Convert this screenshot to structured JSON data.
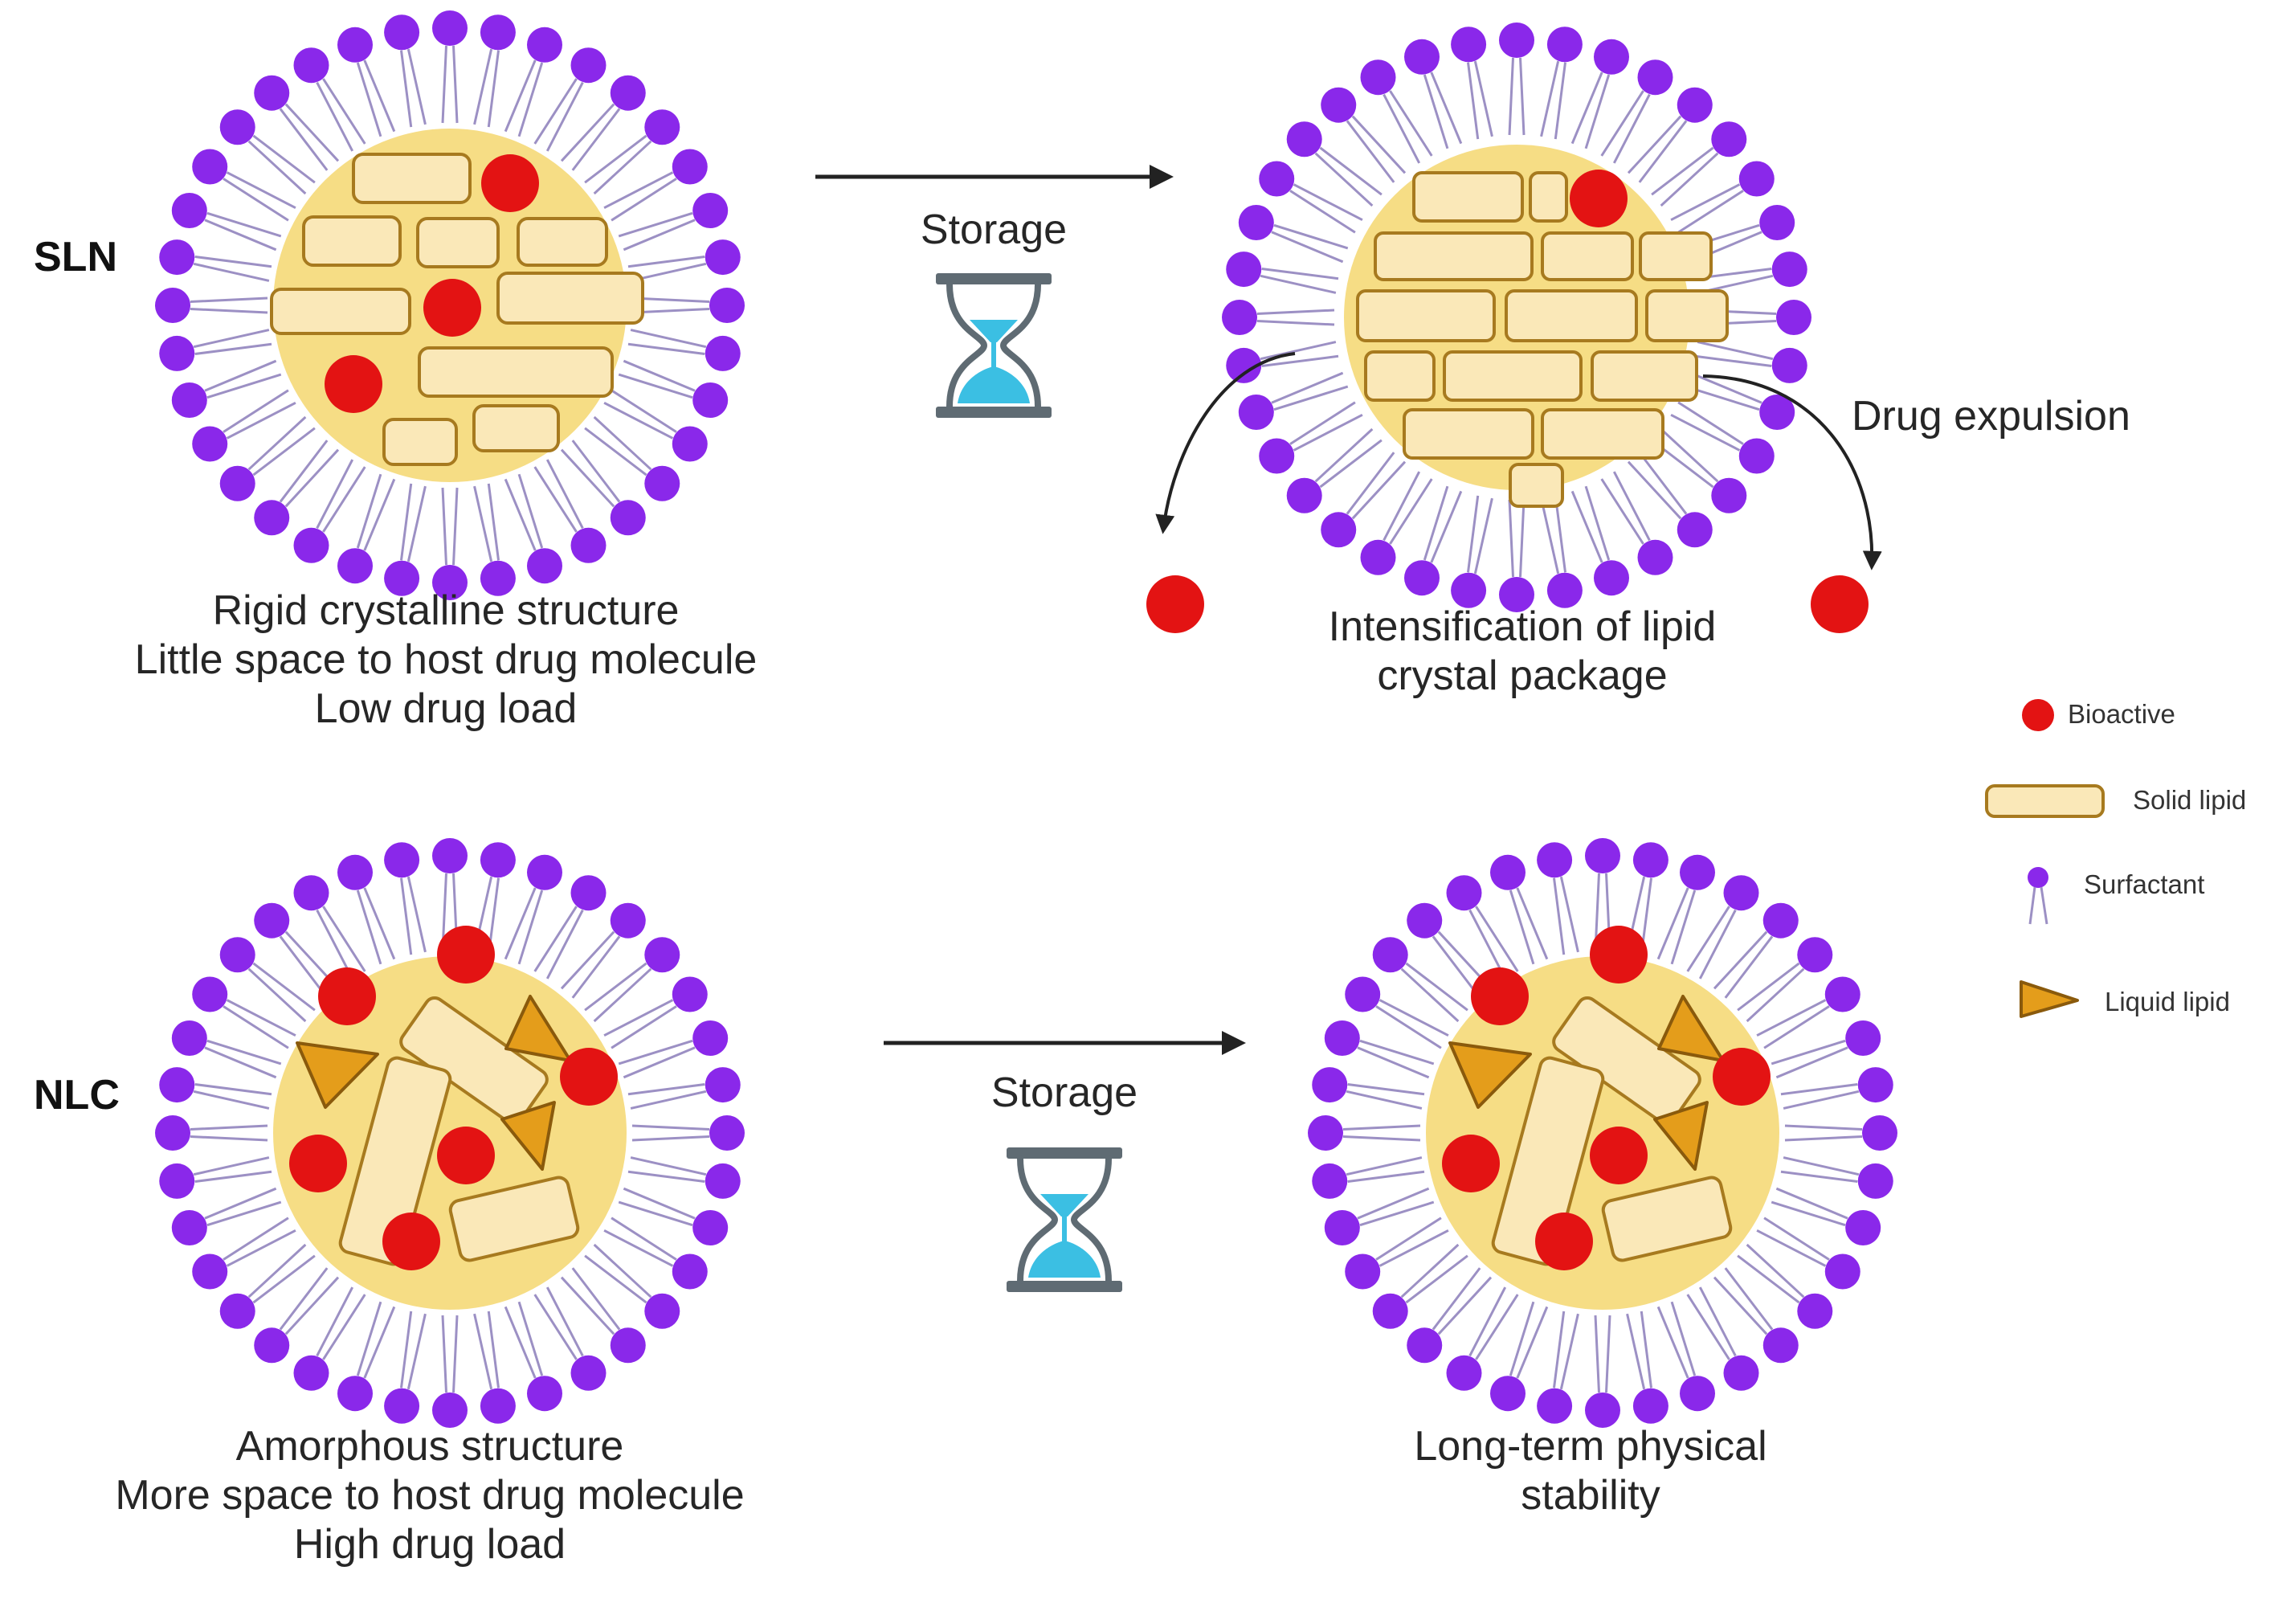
{
  "rows": {
    "sln_label": "SLN",
    "nlc_label": "NLC"
  },
  "storage_label": "Storage",
  "captions": {
    "sln_before": [
      "Rigid crystalline structure",
      "Little space to host drug molecule",
      "Low drug load"
    ],
    "sln_after": [
      "Intensification of lipid",
      "crystal package"
    ],
    "drug_expulsion": "Drug expulsion",
    "nlc_before": [
      "Amorphous structure",
      "More space to host drug molecule",
      "High drug load"
    ],
    "nlc_after": [
      "Long-term physical",
      "stability"
    ]
  },
  "legend": {
    "bioactive": "Bioactive",
    "solid_lipid": "Solid lipid",
    "surfactant": "Surfactant",
    "liquid_lipid": "Liquid lipid"
  },
  "colors": {
    "surfactant_head": "#8a28ea",
    "surfactant_tail": "#9c90c4",
    "core": "#f6dd85",
    "solid_lipid_fill": "#fae8b8",
    "solid_lipid_stroke": "#a77a1f",
    "liquid_lipid_fill": "#e49d1b",
    "liquid_lipid_stroke": "#8a5a0c",
    "bioactive": "#e31313",
    "sand": "#3bbfe3",
    "hourglass_frame": "#5f6b73"
  },
  "icons": [
    "hourglass-icon",
    "arrow-right-icon",
    "curved-arrow-icon"
  ]
}
